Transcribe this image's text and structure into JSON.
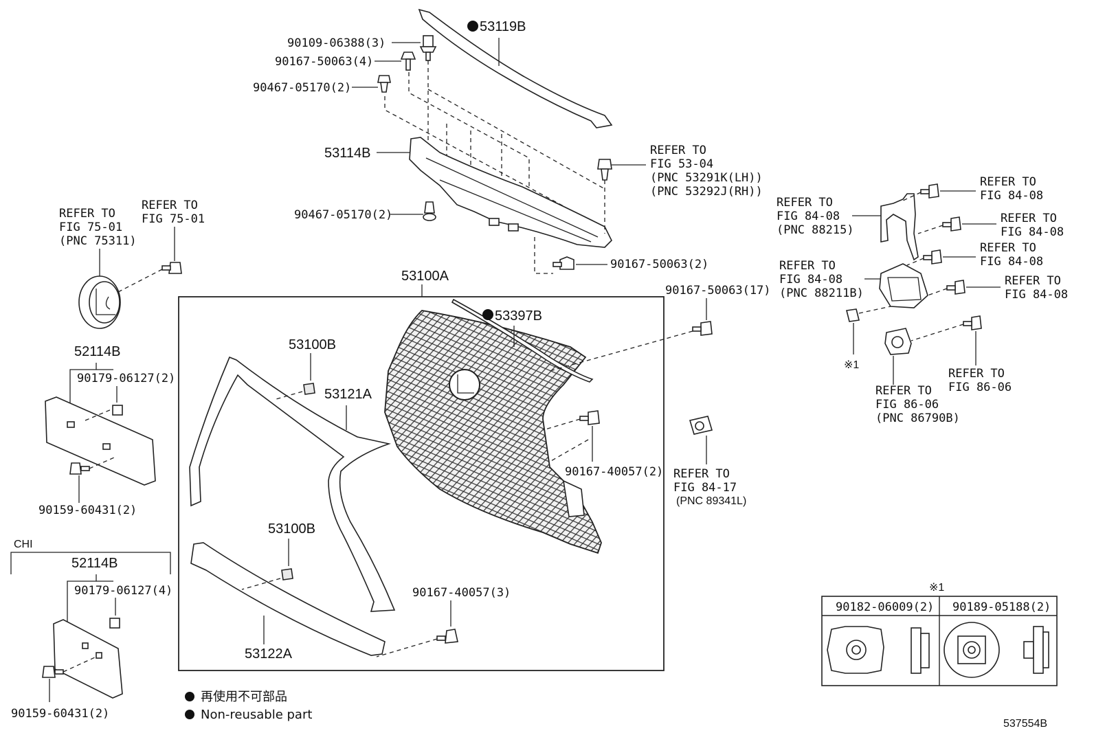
{
  "labels": {
    "p53119B": "53119B",
    "p90109": "90109-06388(3)",
    "p90167_4": "90167-50063(4)",
    "p90467_top": "90467-05170(2)",
    "p53114B": "53114B",
    "ref53_1": "REFER TO",
    "ref53_2": "FIG 53-04",
    "ref53_3": "(PNC 53291K(LH))",
    "ref53_4": "(PNC 53292J(RH))",
    "p90467_mid": "90467-05170(2)",
    "p90167_2a": "90167-50063(2)",
    "ref75a_1": "REFER TO",
    "ref75a_2": "FIG 75-01",
    "ref75a_3": "(PNC 75311)",
    "ref75b_1": "REFER TO",
    "ref75b_2": "FIG 75-01",
    "p53100A": "53100A",
    "p90167_17": "90167-50063(17)",
    "p53397B": "53397B",
    "p53100B_a": "53100B",
    "p53121A": "53121A",
    "p52114B_a": "52114B",
    "p90179_2": "90179-06127(2)",
    "p90159_a": "90159-60431(2)",
    "chi": "CHI",
    "p52114B_b": "52114B",
    "p90179_4": "90179-06127(4)",
    "p90159_b": "90159-60431(2)",
    "p53100B_b": "53100B",
    "p90167_40057_3": "90167-40057(3)",
    "p53122A": "53122A",
    "p90167_40057_2": "90167-40057(2)",
    "ref8417_1": "REFER TO",
    "ref8417_2": "FIG 84-17",
    "ref8417_3": "(PNC 89341L)",
    "r84a_1": "REFER TO",
    "r84a_2": "FIG 84-08",
    "r88215_1": "REFER TO",
    "r88215_2": "FIG 84-08",
    "r88215_3": "(PNC 88215)",
    "r84b_1": "REFER TO",
    "r84b_2": "FIG 84-08",
    "r84c_1": "REFER TO",
    "r84c_2": "FIG 84-08",
    "r88211_1": "REFER TO",
    "r88211_2": "FIG 84-08",
    "r88211_3": "(PNC 88211B)",
    "r84d_1": "REFER TO",
    "r84d_2": "FIG 84-08",
    "note1": "※1",
    "r86a_1": "REFER TO",
    "r86a_2": "FIG 86-06",
    "r86b_1": "REFER TO",
    "r86b_2": "FIG 86-06",
    "r86b_3": "(PNC 86790B)",
    "table_mark": "※1",
    "table_col1": "90182-06009(2)",
    "table_col2": "90189-05188(2)",
    "legend_jp": "再使用不可部品",
    "legend_en": "Non-reusable part",
    "diagram_id": "537554B"
  }
}
